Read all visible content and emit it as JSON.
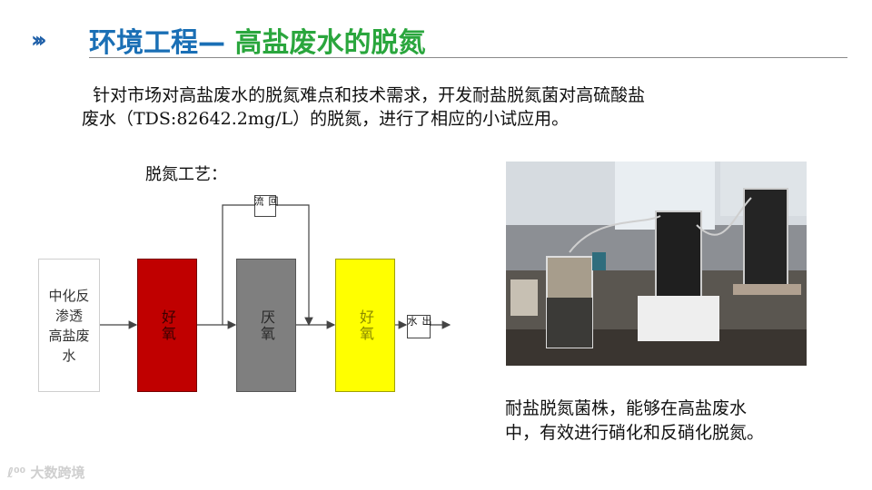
{
  "header": {
    "chevrons": "›››",
    "title_part1": "环境工程—",
    "title_part2": " 高盐废水的脱氮"
  },
  "intro": {
    "text": "  针对市场对高盐废水的脱氮难点和技术需求，开发耐盐脱氮菌对高硫酸盐\n废水（TDS:82642.2mg/L）的脱氮，进行了相应的小试应用。"
  },
  "process": {
    "label": "脱氮工艺：",
    "source_line1": "中化反渗透",
    "source_line2": "高盐废水",
    "aerobic1": "好氧",
    "anoxic": "厌氧",
    "aerobic2": "好氧",
    "reflux": "回流",
    "outlet": "出水"
  },
  "photo": {
    "alt": "耐盐脱氮菌小试装置"
  },
  "caption": {
    "line1": "耐盐脱氮菌株，能够在高盐废水",
    "line2": "中，有效进行硝化和反硝化脱氮。"
  },
  "watermark": {
    "text": "大数跨境"
  },
  "colors": {
    "title_blue": "#1a6fb5",
    "title_green": "#2aa63d",
    "aerobic1": "#c00000",
    "anoxic": "#7f7f7f",
    "aerobic2": "#ffff00"
  }
}
